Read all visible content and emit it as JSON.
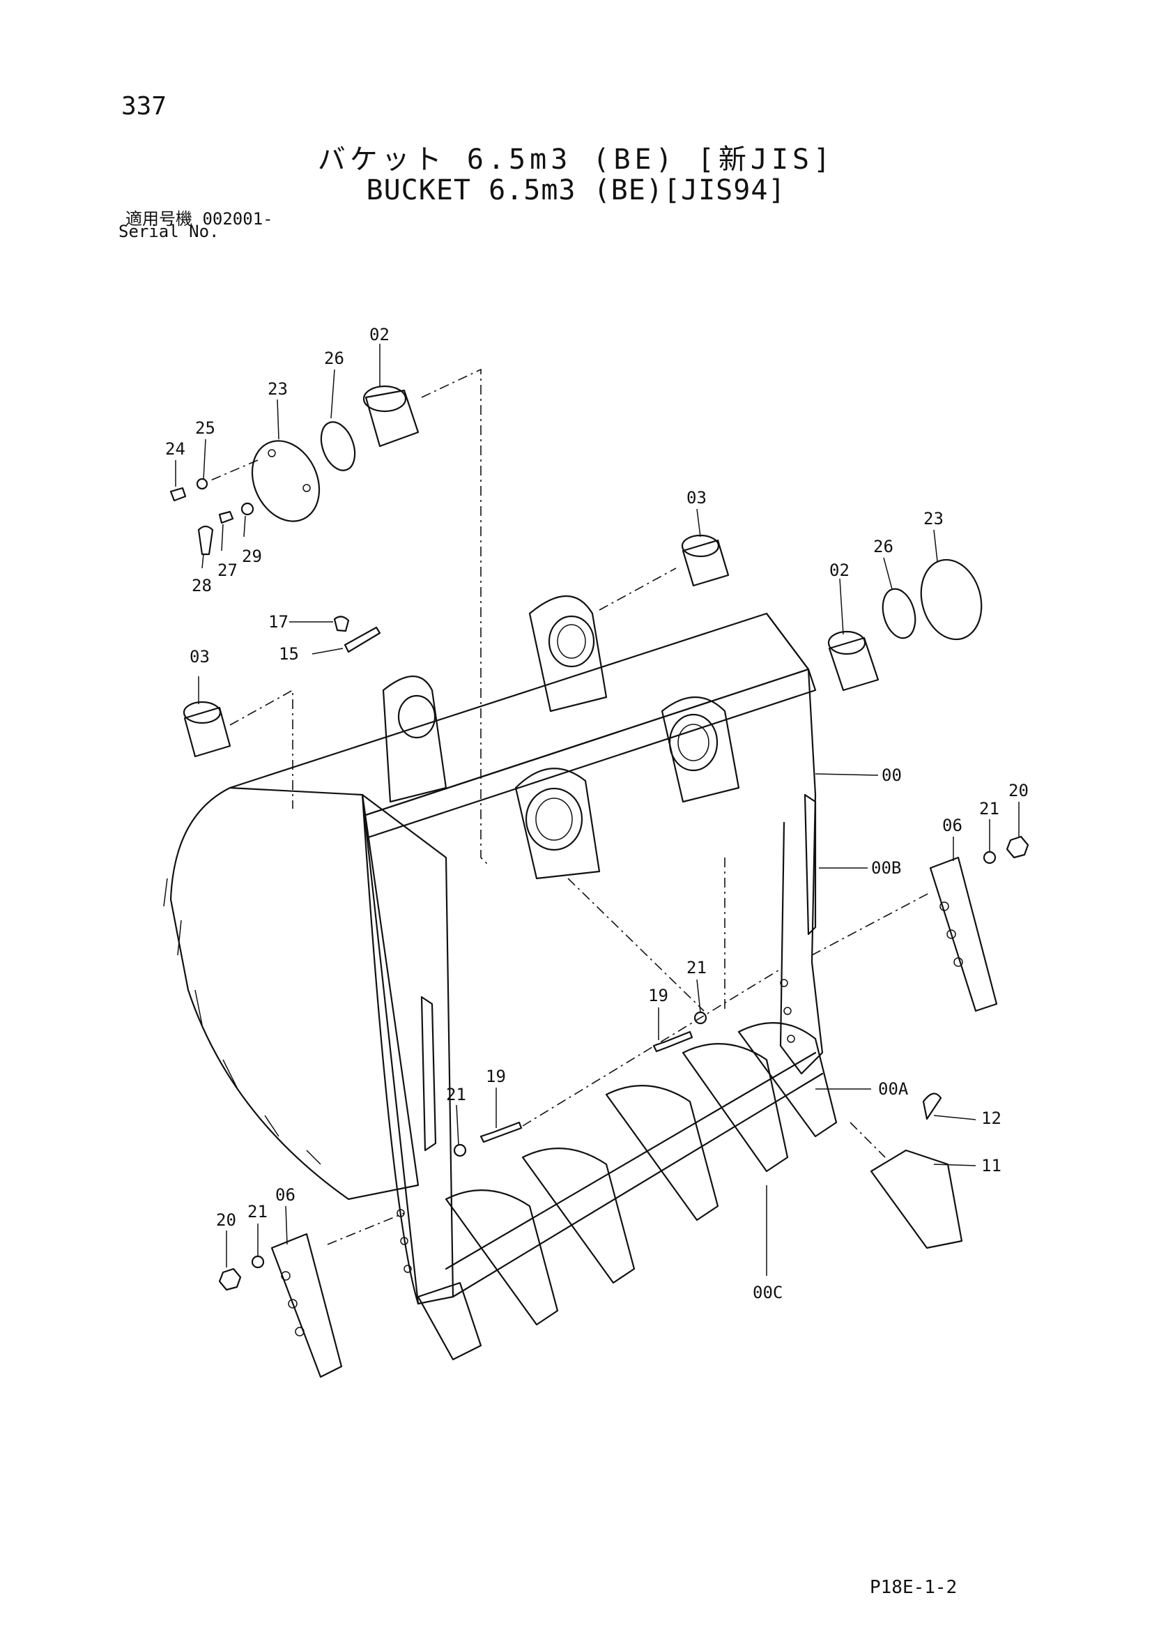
{
  "page_number": "337",
  "title_ja": "バケット 6.5m3 (BE) [新JIS]",
  "title_en": "BUCKET 6.5m3 (BE)[JIS94]",
  "serial_label_ja": "適用号機 002001-",
  "serial_label_en": "Serial No.",
  "page_code": "P18E-1-2",
  "callouts": {
    "c02a": "02",
    "c26a": "26",
    "c23a": "23",
    "c25": "25",
    "c24": "24",
    "c29": "29",
    "c27": "27",
    "c28": "28",
    "c03a": "03",
    "c03b": "03",
    "c02b": "02",
    "c26b": "26",
    "c23b": "23",
    "c17": "17",
    "c15": "15",
    "c00": "00",
    "c00b": "00B",
    "c21a": "21",
    "c20a": "20",
    "c06a": "06",
    "c21b": "21",
    "c19a": "19",
    "c19b": "19",
    "c21c": "21",
    "c00a": "00A",
    "c12": "12",
    "c11": "11",
    "c20b": "20",
    "c21d": "21",
    "c06b": "06",
    "c00c": "00C"
  }
}
